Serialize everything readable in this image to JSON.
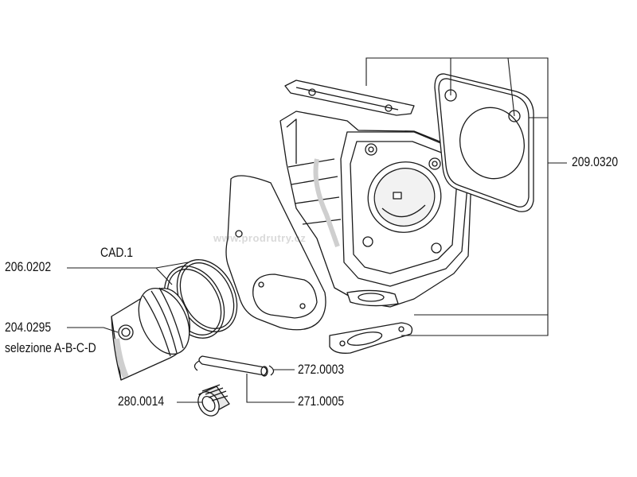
{
  "diagram": {
    "watermark": "www.prodrutry.cz",
    "labels": {
      "head_gasket": "209.0320",
      "piston_ring": "206.0202",
      "ring_type": "CAD.1",
      "piston": "204.0295",
      "piston_selection": "selezione A-B-C-D",
      "circlip": "272.0003",
      "piston_pin": "271.0005",
      "needle_bearing": "280.0014"
    },
    "colors": {
      "line": "#1a1a1a",
      "shade": "#cfcfcf"
    }
  }
}
